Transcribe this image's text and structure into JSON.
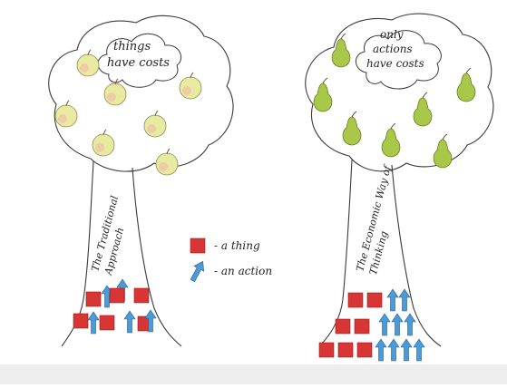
{
  "left_tree": {
    "cloud_line1": "things",
    "cloud_line2": "have costs",
    "trunk_line1": "The Traditional",
    "trunk_line2": "Approach",
    "fruit": "apple",
    "fruit_color": "#e8eaa0",
    "blush_color": "#f1b8a8"
  },
  "right_tree": {
    "cloud_line1": "only",
    "cloud_line2": "actions",
    "cloud_line3": "have costs",
    "trunk_line1": "The Economic Way of",
    "trunk_line2": "Thinking",
    "fruit": "pear",
    "fruit_color": "#a9c84a"
  },
  "legend": {
    "thing_label": "- a thing",
    "action_label": "- an action",
    "thing_color": "#d93535",
    "action_color": "#4a9bd6"
  },
  "colors": {
    "outline": "#3a3a3a",
    "paper_edge": "#eeeeee"
  }
}
